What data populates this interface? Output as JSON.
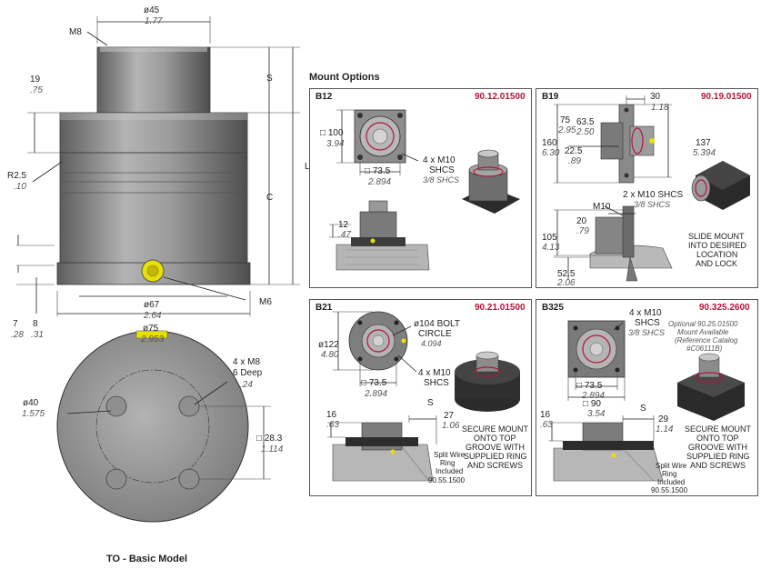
{
  "main": {
    "title": "TO - Basic Model",
    "dims": {
      "d45": "ø45",
      "d45_in": "1.77",
      "m8": "M8",
      "d19": "19",
      "d19_in": ".75",
      "r25": "R2.5",
      "r25_in": ".10",
      "s": "S",
      "l": "L",
      "c": "C",
      "d67": "ø67",
      "d67_in": "2.64",
      "m6": "M6",
      "d7": "7",
      "d7_in": ".28",
      "d8": "8",
      "d8_in": ".31",
      "d75": "ø75",
      "d75_in": "2.953",
      "d40": "ø40",
      "d40_in": "1.575",
      "m8x4_a": "4 x M8",
      "m8x4_b": "6 Deep",
      "m8x4_in": ".24",
      "sq283": "□ 28.3",
      "sq283_in": "1.114"
    }
  },
  "mount_options": {
    "heading": "Mount Options",
    "b12": {
      "name": "B12",
      "part": "90.12.01500",
      "sq100": "□ 100",
      "sq100_in": "3.94",
      "sq735": "□ 73.5",
      "sq735_in": "2.894",
      "shcs_a": "4 x M10",
      "shcs_b": "SHCS",
      "shcs_in": "3/8 SHCS",
      "d12": "12",
      "d12_in": ".47"
    },
    "b19": {
      "name": "B19",
      "part": "90.19.01500",
      "d30": "30",
      "d30_in": "1.18",
      "d75": "75",
      "d75_in": "2.95",
      "d635": "63.5",
      "d635_in": "2.50",
      "d160": "160",
      "d160_in": "6.30",
      "d225": "22.5",
      "d225_in": ".89",
      "d137": "137",
      "d137_in": "5.394",
      "shcs": "2 x M10 SHCS",
      "shcs_in": "3/8 SHCS",
      "m10": "M10",
      "d20": "20",
      "d20_in": ".79",
      "d105": "105",
      "d105_in": "4.13",
      "d525": "52.5",
      "d525_in": "2.06",
      "note_1": "SLIDE MOUNT",
      "note_2": "INTO DESIRED",
      "note_3": "LOCATION",
      "note_4": "AND LOCK"
    },
    "b21": {
      "name": "B21",
      "part": "90.21.01500",
      "bolt_1": "ø104 BOLT",
      "bolt_2": "CIRCLE",
      "bolt_in": "4.094",
      "d122": "ø122",
      "d122_in": "4.80",
      "sq735": "□ 73.5",
      "sq735_in": "2.894",
      "shcs_a": "4 x M10",
      "shcs_b": "SHCS",
      "d16": "16",
      "d16_in": ".63",
      "s": "S",
      "d27": "27",
      "d27_in": "1.06",
      "note_1": "SECURE MOUNT",
      "note_2": "ONTO TOP",
      "note_3": "GROOVE WITH",
      "note_4": "SUPPLIED RING",
      "note_5": "AND SCREWS",
      "ring_1": "Split Wire",
      "ring_2": "Ring",
      "ring_3": "Included",
      "ring_4": "90.55.1500"
    },
    "b325": {
      "name": "B325",
      "part": "90.325.2600",
      "shcs_a": "4 x M10",
      "shcs_b": "SHCS",
      "shcs_in": "3/8 SHCS",
      "opt_1": "Optional 90.25.01500",
      "opt_2": "Mount Available",
      "opt_3": "(Reference Catalog",
      "opt_4": "#C06111B)",
      "sq735": "□ 73.5",
      "sq735_in": "2.894",
      "sq90": "□ 90",
      "sq90_in": "3.54",
      "d16": "16",
      "d16_in": ".63",
      "s": "S",
      "d29": "29",
      "d29_in": "1.14",
      "note_1": "SECURE MOUNT",
      "note_2": "ONTO TOP",
      "note_3": "GROOVE WITH",
      "note_4": "SUPPLIED RING",
      "note_5": "AND SCREWS",
      "ring_1": "Split Wire",
      "ring_2": "Ring",
      "ring_3": "Included",
      "ring_4": "90.55.1500"
    }
  },
  "colors": {
    "part_number": "#b0173a",
    "steel": "#8e8e8e",
    "fitting": "#e8e000"
  }
}
